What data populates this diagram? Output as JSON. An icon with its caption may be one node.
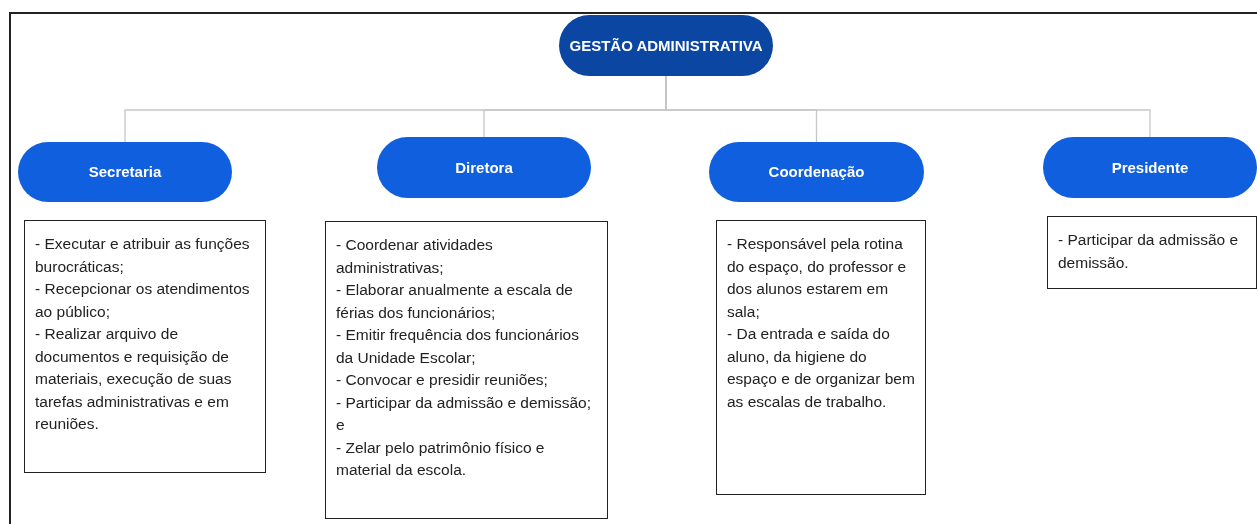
{
  "diagram": {
    "nodes": [
      {
        "text": [
          "GESTÃO ADMINISTRATIVA"
        ]
      },
      {
        "text": [
          "Secretaria"
        ]
      },
      {
        "text": [
          "Diretora"
        ]
      },
      {
        "text": [
          "Coordenação"
        ]
      },
      {
        "text": [
          "Presidente"
        ]
      },
      {
        "text": [
          "- Executar e atribuir as funções burocráticas;",
          "- Recepcionar os atendimentos ao público;",
          "- Realizar arquivo de documentos e requisição de materiais, execução de suas tarefas administrativas e em reuniões."
        ]
      },
      {
        "text": [
          "- Coordenar atividades administrativas;",
          "- Elaborar anualmente a escala de férias dos funcionários;",
          "- Emitir frequência dos funcionários da Unidade Escolar;",
          "- Convocar e presidir reuniões;",
          "- Participar da admissão e demissão; e",
          "- Zelar pelo patrimônio físico e material da escola."
        ]
      },
      {
        "text": [
          "- Responsável pela rotina do espaço, do professor e dos alunos estarem em sala;",
          "- Da entrada e saída do aluno, da higiene do espaço e de organizar bem as escalas de trabalho."
        ]
      },
      {
        "text": [
          "- Participar da admissão e demissão."
        ]
      }
    ],
    "edges": [
      {
        "from": 0,
        "to": 1,
        "arrow": "none"
      },
      {
        "from": 0,
        "to": 2,
        "arrow": "none"
      },
      {
        "from": 0,
        "to": 3,
        "arrow": "none"
      },
      {
        "from": 0,
        "to": 4,
        "arrow": "none"
      }
    ]
  }
}
